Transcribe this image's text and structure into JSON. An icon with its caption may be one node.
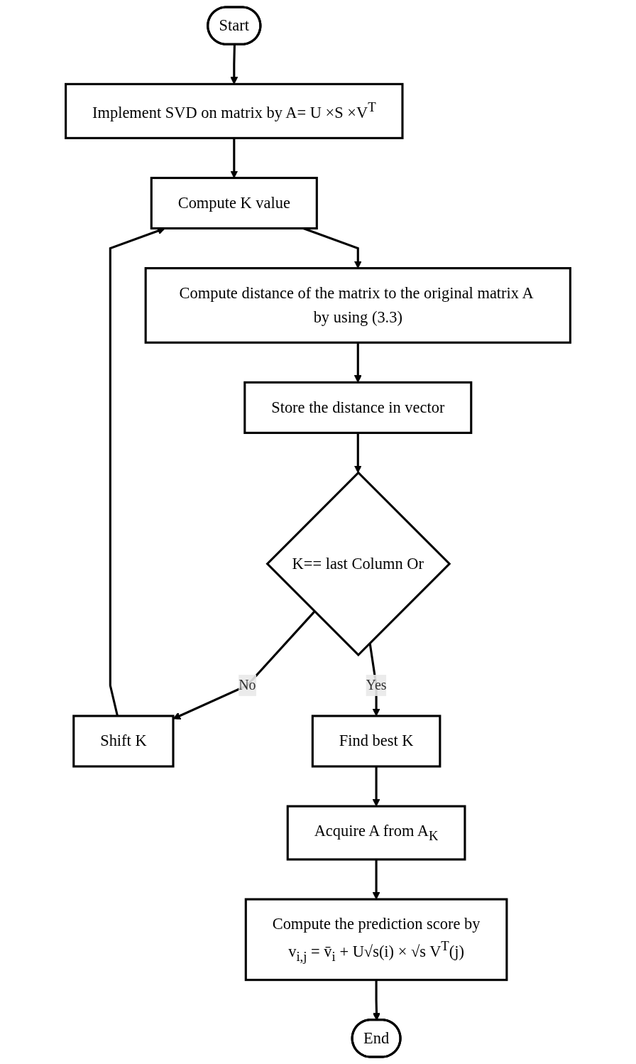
{
  "diagram": {
    "nodes": [
      {
        "text": [
          "Start"
        ]
      },
      {
        "text": [
          "Implement SVD on matrix by A= U ×S ×V$^{T}$"
        ]
      },
      {
        "text": [
          "Compute K value"
        ]
      },
      {
        "text": [
          "Compute distance of the matrix to the original matrix A by using (3.3)"
        ]
      },
      {
        "text": [
          "Store the distance in vector"
        ]
      },
      {
        "text": [
          "K== last Column Or"
        ]
      },
      {
        "text": [
          "Shift K"
        ]
      },
      {
        "text": [
          "Find best K"
        ]
      },
      {
        "text": [
          "Acquire A from A$_{K}$"
        ]
      },
      {
        "text": [
          "Compute the prediction score by",
          "v$_{i,j}$ = v̄$_{i}$ + U√s(i) × √s V$^{T}$(j)"
        ]
      },
      {
        "text": [
          "End"
        ]
      }
    ],
    "edges": [
      {
        "from": 0,
        "to": 1,
        "arrow": "to"
      },
      {
        "from": 1,
        "to": 2,
        "arrow": "to"
      },
      {
        "from": 2,
        "to": 3,
        "arrow": "to"
      },
      {
        "from": 3,
        "to": 4,
        "arrow": "to"
      },
      {
        "from": 4,
        "to": 5,
        "arrow": "to"
      },
      {
        "from": 5,
        "to": 6,
        "label": "No",
        "arrow": "to"
      },
      {
        "from": 6,
        "to": 2,
        "arrow": "to"
      },
      {
        "from": 5,
        "to": 7,
        "label": "Yes",
        "arrow": "to"
      },
      {
        "from": 7,
        "to": 8,
        "arrow": "to"
      },
      {
        "from": 8,
        "to": 9,
        "arrow": "to"
      },
      {
        "from": 9,
        "to": 10,
        "arrow": "to"
      }
    ]
  }
}
